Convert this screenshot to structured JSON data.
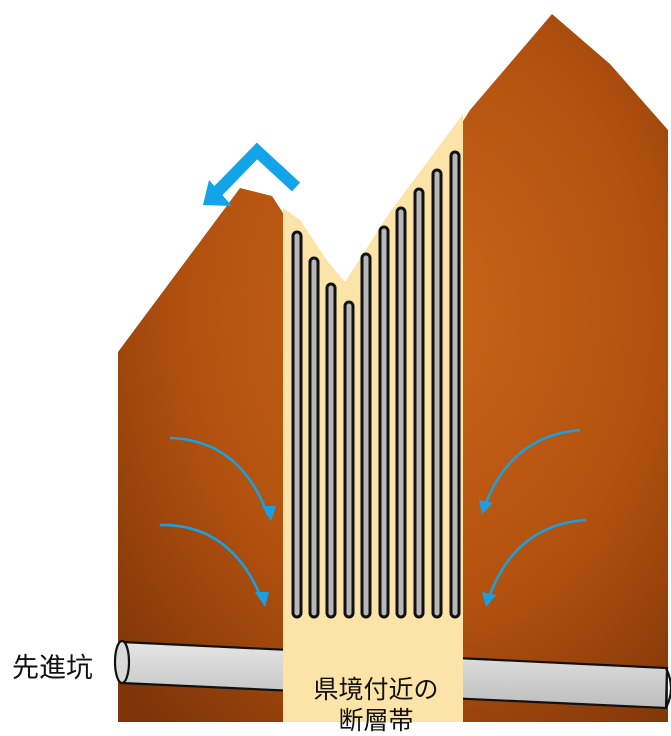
{
  "labels": {
    "tunnel": "先進坑",
    "zone_line1": "県境付近の",
    "zone_line2": "断層帯"
  },
  "colors": {
    "rock": "#b85610",
    "rock_dark": "#8a3a0a",
    "fault_zone": "#fce4a8",
    "tube_fill": "#b7b7b7",
    "tube_stroke": "#111111",
    "water_arrow": "#1a9fe0",
    "tunnel_fill": "#cfcfcf"
  },
  "icons": {
    "water_inflow": "curved-arrow-icon",
    "drain_flow": "up-arrow-icon",
    "surface_flow": "bent-arrow-icon"
  }
}
